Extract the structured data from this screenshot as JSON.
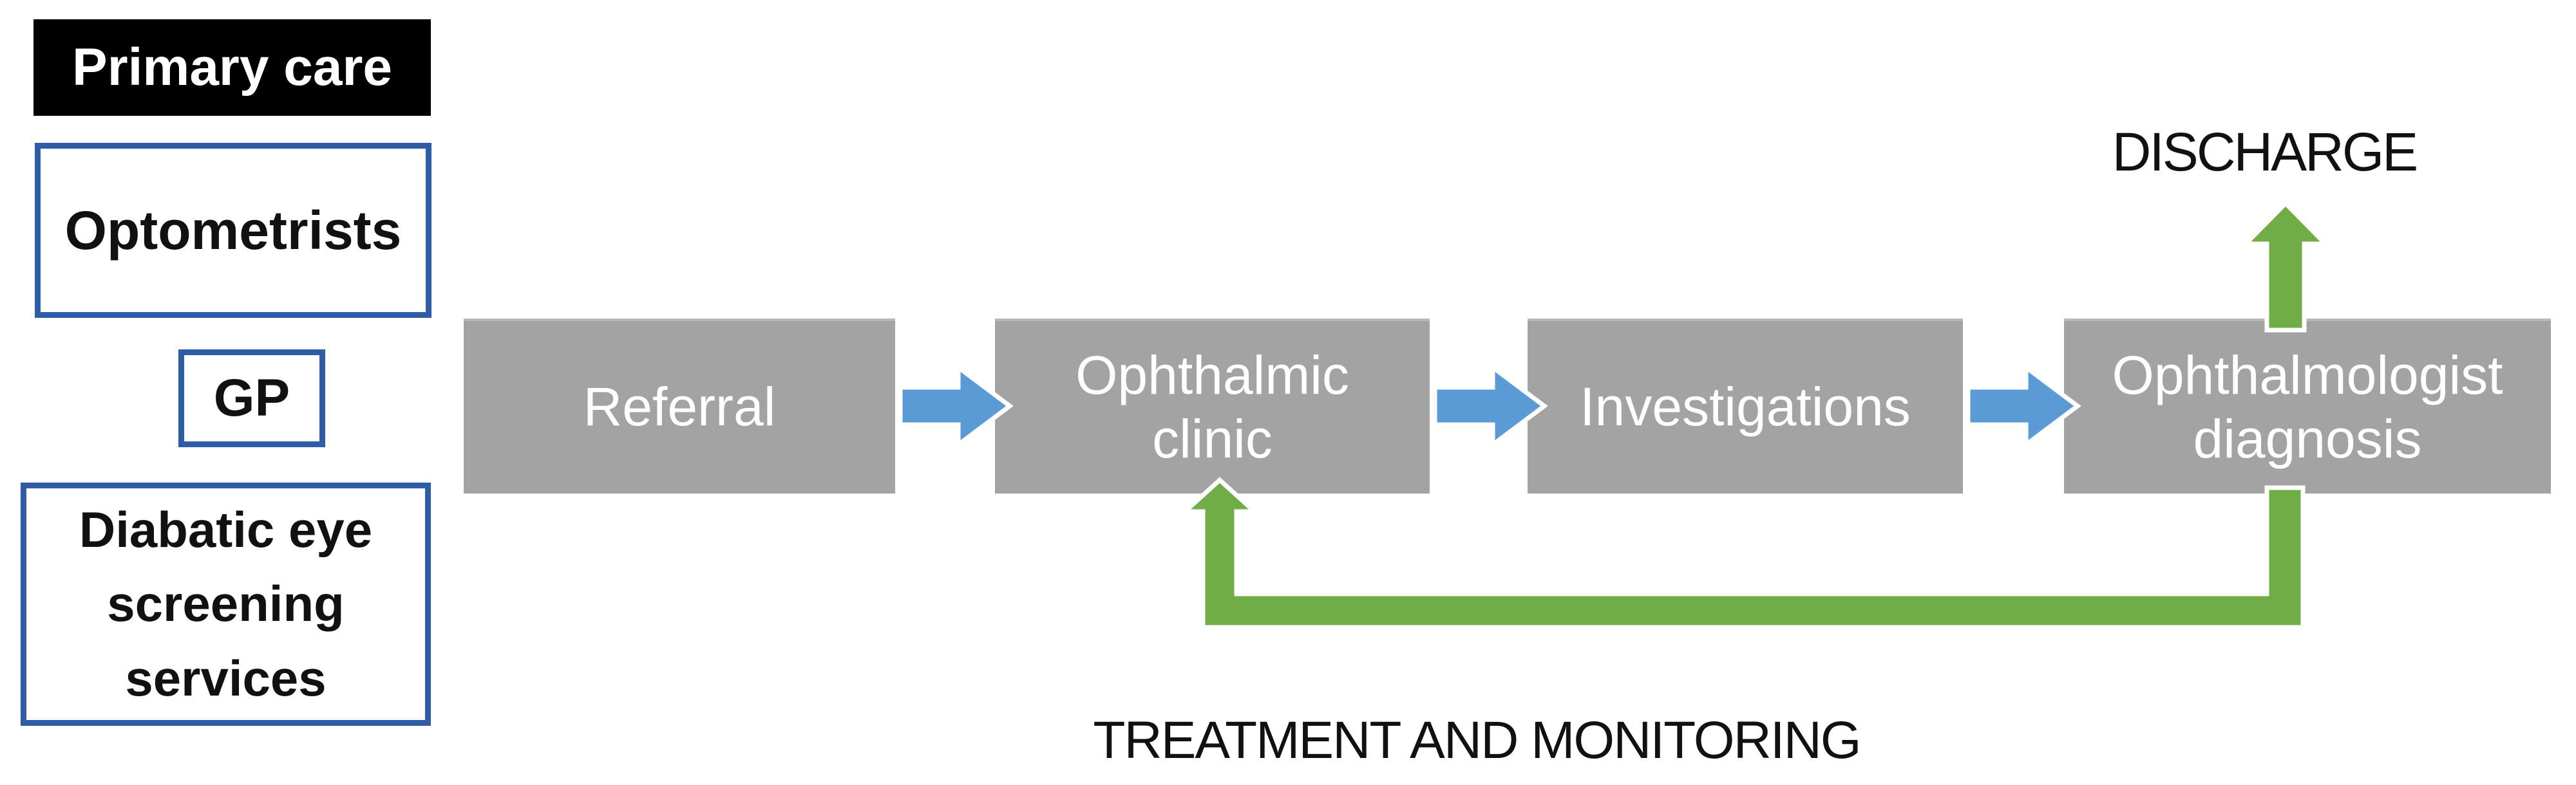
{
  "colors": {
    "page_bg": "#ffffff",
    "primary_care_bg": "#000000",
    "border_blue": "#2e5ca6",
    "box_gray": "#a3a3a3",
    "box_text_white": "#ffffff",
    "label_black": "#111111",
    "arrow_blue": "#5b9bd5",
    "arrow_green": "#70ad47",
    "arrow_outline_white": "#ffffff"
  },
  "sources": {
    "primary_care": "Primary care",
    "optometrists": "Optometrists",
    "gp": "GP",
    "diabetic_screening": "Diabatic eye screening services"
  },
  "pathway": {
    "referral": "Referral",
    "ophthalmic_clinic": "Ophthalmic clinic",
    "investigations": "Investigations",
    "ophthalmologist_diagnosis": "Ophthalmologist diagnosis"
  },
  "outcomes": {
    "discharge": "DISCHARGE",
    "treatment_monitoring": "TREATMENT AND MONITORING"
  }
}
